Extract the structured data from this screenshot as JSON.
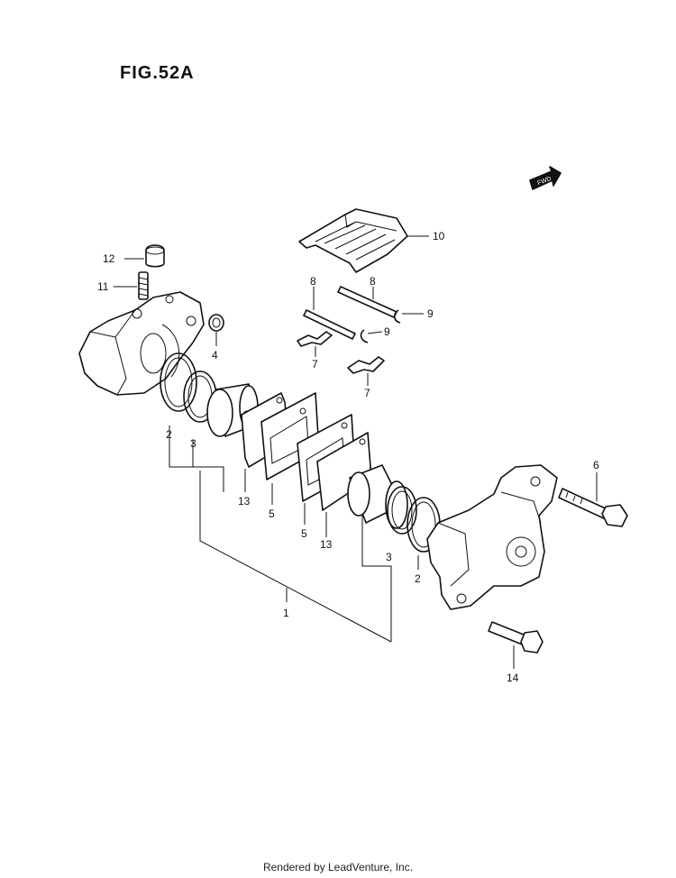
{
  "figure": {
    "title": "FIG.52A",
    "direction_badge": "FWD"
  },
  "callouts": {
    "c1": "1",
    "c2a": "2",
    "c2b": "2",
    "c3a": "3",
    "c3b": "3",
    "c4": "4",
    "c5a": "5",
    "c5b": "5",
    "c6": "6",
    "c7a": "7",
    "c7b": "7",
    "c8a": "8",
    "c8b": "8",
    "c9a": "9",
    "c9b": "9",
    "c10": "10",
    "c11": "11",
    "c12": "12",
    "c13a": "13",
    "c13b": "13",
    "c14": "14"
  },
  "footer": {
    "text": "Rendered by LeadVenture, Inc."
  }
}
